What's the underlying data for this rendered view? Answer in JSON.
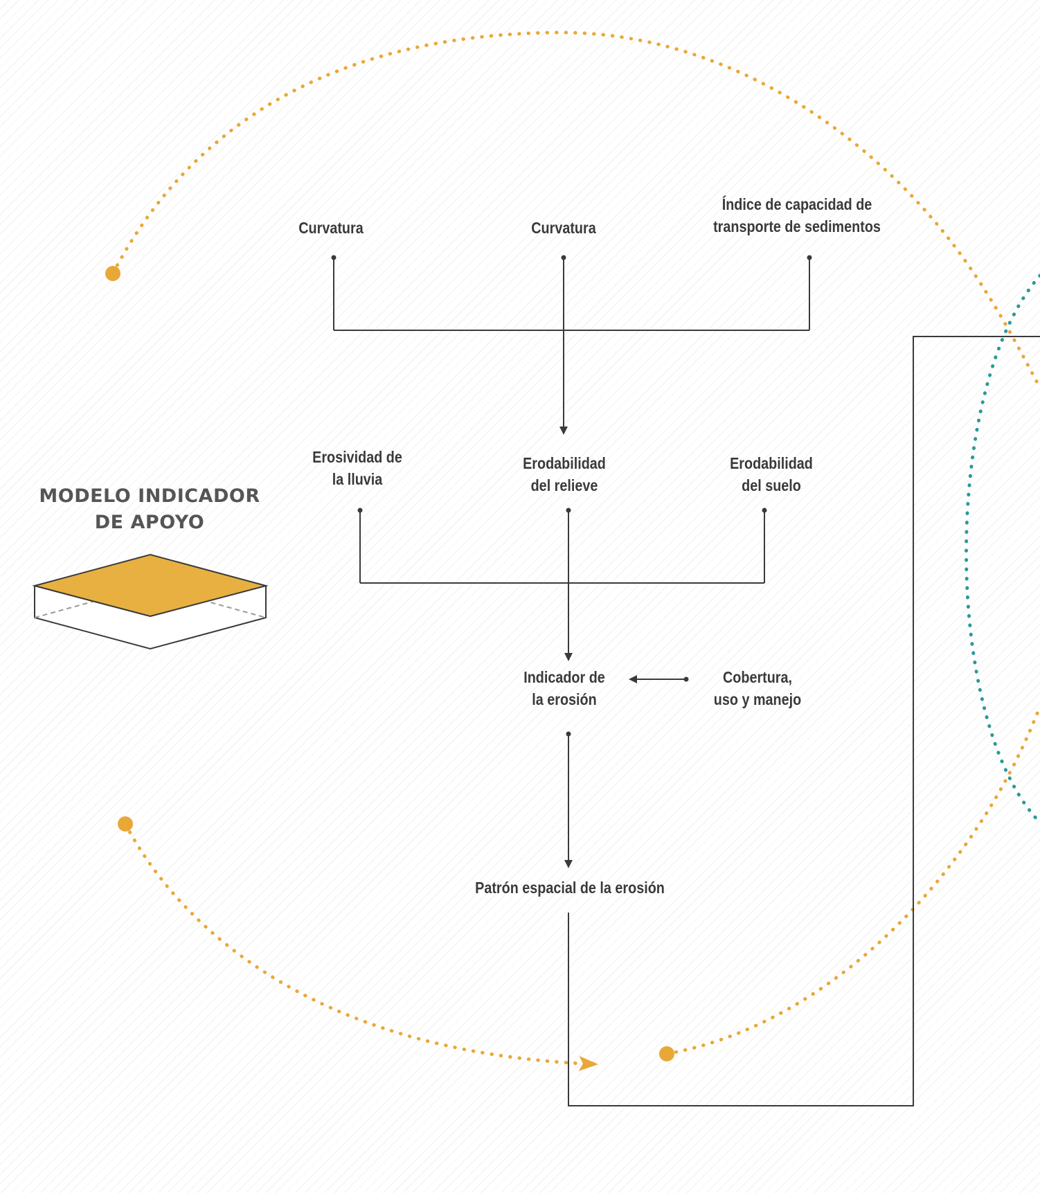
{
  "model": {
    "title_line1": "MODELO INDICADOR",
    "title_line2": "DE APOYO"
  },
  "nodes": {
    "curvatura_1": {
      "lines": [
        "Curvatura"
      ]
    },
    "curvatura_2": {
      "lines": [
        "Curvatura"
      ]
    },
    "indice": {
      "lines": [
        "Índice de capacidad de",
        "transporte de sedimentos"
      ]
    },
    "erosividad": {
      "lines": [
        "Erosividad de",
        "la lluvia"
      ]
    },
    "erodabilidad_relieve": {
      "lines": [
        "Erodabilidad",
        "del relieve"
      ]
    },
    "erodabilidad_suelo": {
      "lines": [
        "Erodabilidad",
        "del suelo"
      ]
    },
    "indicador": {
      "lines": [
        "Indicador de",
        "la erosión"
      ]
    },
    "cobertura": {
      "lines": [
        "Cobertura,",
        "uso y manejo"
      ]
    },
    "patron": {
      "lines": [
        "Patrón espacial de la erosión"
      ]
    }
  },
  "colors": {
    "accent_orange": "#e8a838",
    "accent_teal": "#2a9a98",
    "line_dark": "#3a3a3a",
    "text_dark": "#3a3a3a",
    "title_gray": "#555555"
  }
}
